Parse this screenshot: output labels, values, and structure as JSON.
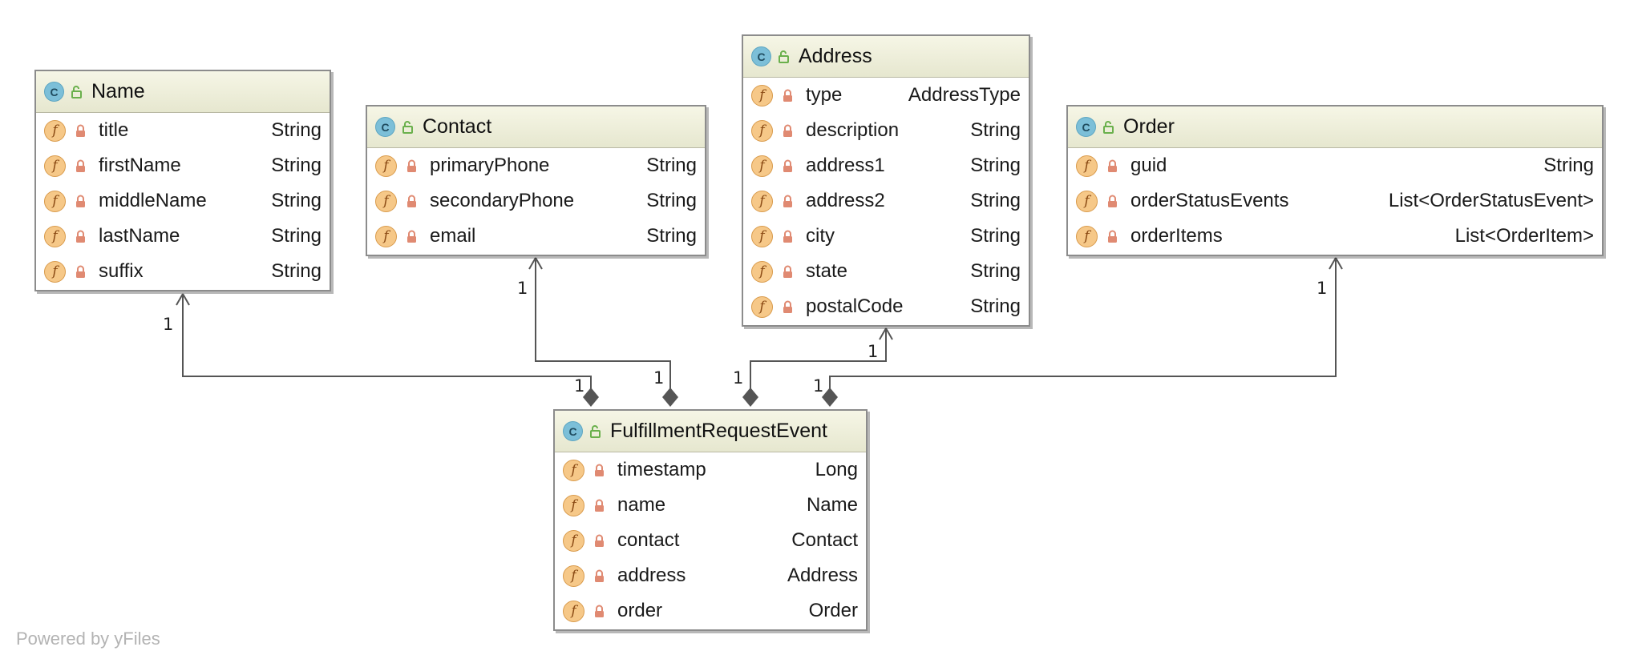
{
  "watermark": "Powered by yFiles",
  "classes": {
    "name": {
      "title": "Name",
      "badge": "C",
      "fields": [
        {
          "badge": "f",
          "name": "title",
          "type": "String"
        },
        {
          "badge": "f",
          "name": "firstName",
          "type": "String"
        },
        {
          "badge": "f",
          "name": "middleName",
          "type": "String"
        },
        {
          "badge": "f",
          "name": "lastName",
          "type": "String"
        },
        {
          "badge": "f",
          "name": "suffix",
          "type": "String"
        }
      ]
    },
    "contact": {
      "title": "Contact",
      "badge": "C",
      "fields": [
        {
          "badge": "f",
          "name": "primaryPhone",
          "type": "String"
        },
        {
          "badge": "f",
          "name": "secondaryPhone",
          "type": "String"
        },
        {
          "badge": "f",
          "name": "email",
          "type": "String"
        }
      ]
    },
    "address": {
      "title": "Address",
      "badge": "C",
      "fields": [
        {
          "badge": "f",
          "name": "type",
          "type": "AddressType"
        },
        {
          "badge": "f",
          "name": "description",
          "type": "String"
        },
        {
          "badge": "f",
          "name": "address1",
          "type": "String"
        },
        {
          "badge": "f",
          "name": "address2",
          "type": "String"
        },
        {
          "badge": "f",
          "name": "city",
          "type": "String"
        },
        {
          "badge": "f",
          "name": "state",
          "type": "String"
        },
        {
          "badge": "f",
          "name": "postalCode",
          "type": "String"
        }
      ]
    },
    "order": {
      "title": "Order",
      "badge": "C",
      "fields": [
        {
          "badge": "f",
          "name": "guid",
          "type": "String"
        },
        {
          "badge": "f",
          "name": "orderStatusEvents",
          "type": "List<OrderStatusEvent>"
        },
        {
          "badge": "f",
          "name": "orderItems",
          "type": "List<OrderItem>"
        }
      ]
    },
    "fulfillment": {
      "title": "FulfillmentRequestEvent",
      "badge": "C",
      "fields": [
        {
          "badge": "f",
          "name": "timestamp",
          "type": "Long"
        },
        {
          "badge": "f",
          "name": "name",
          "type": "Name"
        },
        {
          "badge": "f",
          "name": "contact",
          "type": "Contact"
        },
        {
          "badge": "f",
          "name": "address",
          "type": "Address"
        },
        {
          "badge": "f",
          "name": "order",
          "type": "Order"
        }
      ]
    }
  },
  "relations": [
    {
      "target": "Name",
      "target_multiplicity": "1",
      "source_multiplicity": "1"
    },
    {
      "target": "Contact",
      "target_multiplicity": "1",
      "source_multiplicity": "1"
    },
    {
      "target": "Address",
      "target_multiplicity": "1",
      "source_multiplicity": "1"
    },
    {
      "target": "Order",
      "target_multiplicity": "1",
      "source_multiplicity": "1"
    }
  ],
  "colors": {
    "connector": "#555555",
    "class_icon": "#7cbfd8",
    "field_icon": "#f6c888",
    "lock": "#e08a72",
    "public_marker": "#6ab04c"
  }
}
